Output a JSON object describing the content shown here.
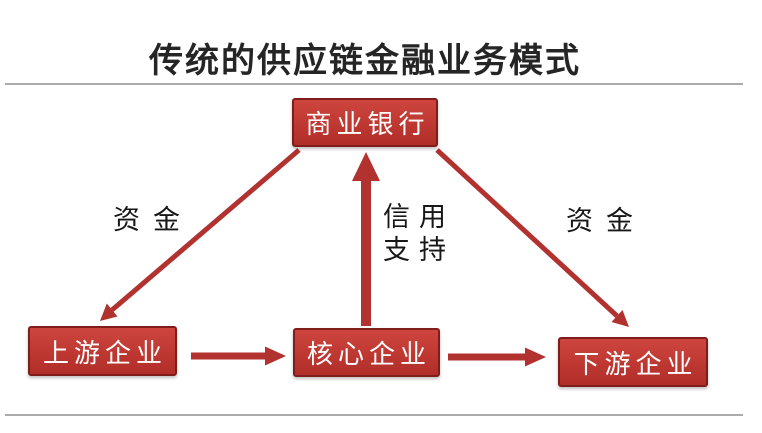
{
  "title": "传统的供应链金融业务模式",
  "nodes": {
    "bank": "商业银行",
    "upstream": "上游企业",
    "core": "核心企业",
    "downstream": "下游企业"
  },
  "labels": {
    "funds_left": "资金",
    "credit_line1": "信用",
    "credit_line2": "支持",
    "funds_right": "资金"
  },
  "edges": [
    {
      "from": "商业银行",
      "to": "上游企业",
      "label": "资金"
    },
    {
      "from": "核心企业",
      "to": "商业银行",
      "label": "信用支持"
    },
    {
      "from": "商业银行",
      "to": "下游企业",
      "label": "资金"
    },
    {
      "from": "上游企业",
      "to": "核心企业",
      "label": ""
    },
    {
      "from": "核心企业",
      "to": "下游企业",
      "label": ""
    }
  ],
  "colors": {
    "box_fill": "#c13a34",
    "box_border": "#7f1d1a",
    "box_text": "#ffffff",
    "arrow": "#b23230",
    "title_color": "#252525",
    "label_color": "#171717",
    "divider": "#ababab"
  }
}
